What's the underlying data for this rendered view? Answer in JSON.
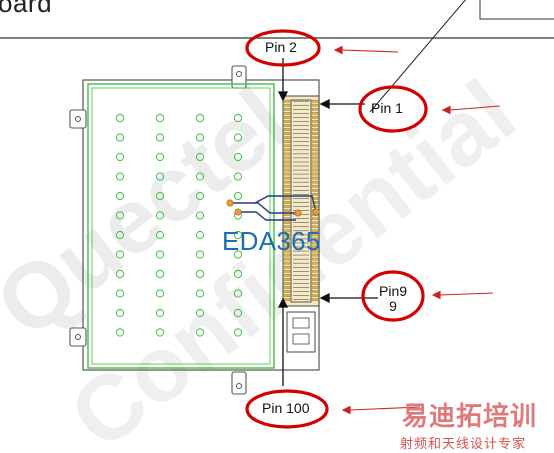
{
  "document": {
    "title_fragment": "oard"
  },
  "pin_labels": {
    "pin2": "Pin 2",
    "pin1": "Pin 1",
    "pin99": "Pin9\n9",
    "pin100": "Pin 100"
  },
  "watermarks": {
    "diagonal_text": "Quectel Confidential",
    "brand": "EDA365",
    "cn_brand": "易迪拓培训",
    "cn_subtitle": "射频和天线设计专家"
  },
  "colors": {
    "board_outline": "#555555",
    "pcb_green": "#3fbf3f",
    "connector_gold": "#d9b54a",
    "annotation_red": "#d40000",
    "arrow_red": "#cc2222",
    "watermark_gray": "#e6e6e6",
    "eda_blue": "#1a6fb5",
    "eda_orange": "#e89a3c"
  }
}
